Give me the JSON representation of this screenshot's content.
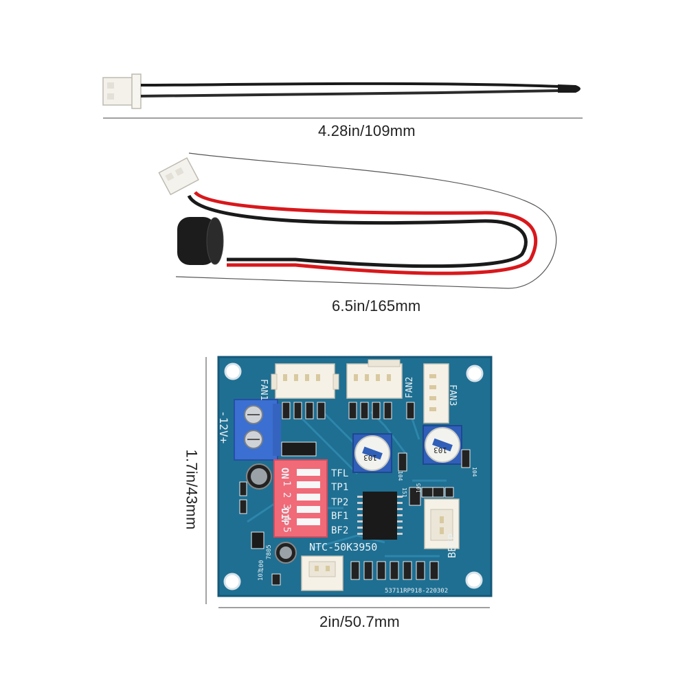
{
  "dimensions": {
    "probe_length": "4.28in/109mm",
    "buzzer_length": "6.5in/165mm",
    "board_height": "1.7in/43mm",
    "board_width": "2in/50.7mm"
  },
  "board": {
    "labels": {
      "fan1": "FAN1",
      "fan2": "FAN2",
      "fan3": "FAN3",
      "power": "-12V+",
      "on": "ON",
      "dip": "DIP",
      "dip_numbers": "1 2 3 4 5",
      "tfl": "TFL",
      "tp1": "TP1",
      "tp2": "TP2",
      "bf1": "BF1",
      "bf2": "BF2",
      "ntc": "NTC-50K3950",
      "beep": "BEEP",
      "pot_left": "103",
      "pot_right": "103",
      "serial": "53711RP918-220302",
      "r_103": "103",
      "r_104_left": "104",
      "r_104_right": "104",
      "r_105": "105",
      "r_151": "151",
      "reg": "7805",
      "cap": "100"
    }
  },
  "colors": {
    "pcb": "#1f6f92",
    "dip_switch": "#f06a78",
    "terminal": "#3b6fd1",
    "wire_red": "#d8181c",
    "wire_black": "#1a1a1a"
  }
}
